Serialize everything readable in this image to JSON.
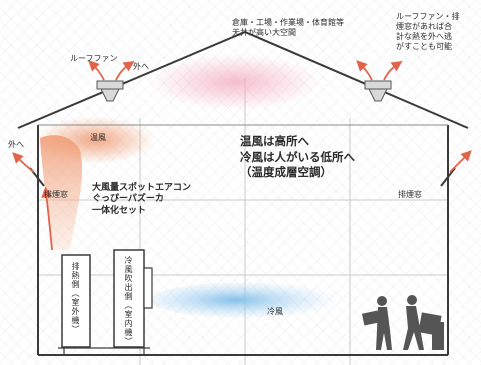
{
  "annotations": {
    "top_note": [
      "倉庫・工場・作業場・体育館等",
      "天井が高い大空間"
    ],
    "right_note": [
      "ルーフファン・排",
      "煙窓があれば合",
      "計な熱を外へ逃",
      "がすことも可能"
    ],
    "roof_fan_label": "ルーフファン",
    "outside_left": "外へ",
    "outside_roof": "外へ",
    "warm_air": "温風",
    "cold_air": "冷風",
    "vent_left": "排煙窓",
    "vent_right": "排煙窓",
    "main_message": [
      "温風は高所へ",
      "冷風は人がいる低所へ",
      "（温度成層空調）"
    ],
    "unit_label": [
      "大風量スポットエアコン",
      "ぐっぴーパズーカ",
      "一体化セット"
    ],
    "outdoor_unit": "排熱側（室外機）",
    "indoor_unit": "冷風吹出側（室内機）"
  },
  "colors": {
    "warm": "#f0a07a",
    "roof_warm": "#f4b5c8",
    "cold": "#8ec6ee",
    "structure": "#3a3a3a",
    "arrow": "#e0644a",
    "fan": "#d9d9d9",
    "people": "#555555"
  }
}
